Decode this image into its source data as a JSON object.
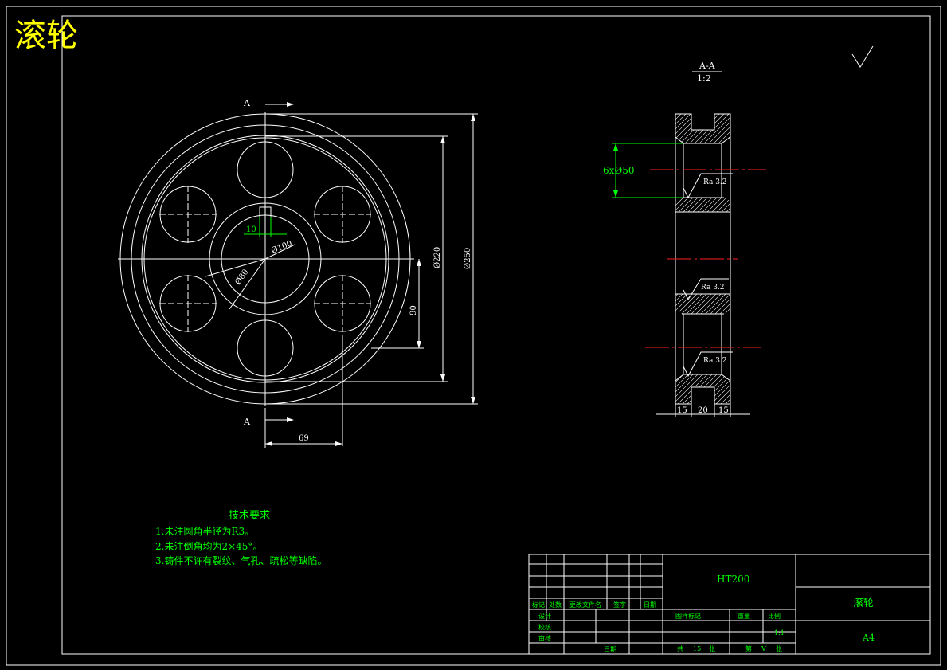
{
  "title": "滚轮",
  "section_view": {
    "label": "A-A",
    "scale": "1:2"
  },
  "section_marks": {
    "top": "A",
    "bottom": "A"
  },
  "front_view_dims": {
    "keyway": "10",
    "bore": "Ø100",
    "hole_circle": "Ø80",
    "inner_dia": "Ø220",
    "outer_dia": "Ø250",
    "half_height": "90",
    "offset": "69"
  },
  "section_dims": {
    "holes": "6xØ50",
    "roughness": "Ra 3.2",
    "w1": "15",
    "w2": "20",
    "w3": "15"
  },
  "tech_requirements": {
    "heading": "技术要求",
    "items": [
      "1.未注圆角半径为R3。",
      "2.未注倒角均为2×45°。",
      "3.铸件不许有裂纹、气孔、疏松等缺陷。"
    ]
  },
  "title_block": {
    "material": "HT200",
    "part_name": "滚轮",
    "sheet_size": "A4",
    "scale_value": "1:1",
    "revision_headers": [
      "标记",
      "处数",
      "更改文件名",
      "签字",
      "日期"
    ],
    "roles": [
      "设计",
      "校核",
      "审核"
    ],
    "date_label": "日期",
    "stage_headers": [
      "图样标记",
      "重量",
      "比例"
    ],
    "sheet_info": {
      "total_prefix": "共",
      "total_unit": "张",
      "page_prefix": "第",
      "page_unit": "张",
      "total_value": "15",
      "page_value": "V"
    }
  },
  "colors": {
    "background": "#000000",
    "geometry": "#ffffff",
    "dimensions": "#00ff00",
    "centerline": "#ff2020",
    "title": "#ffff00"
  }
}
